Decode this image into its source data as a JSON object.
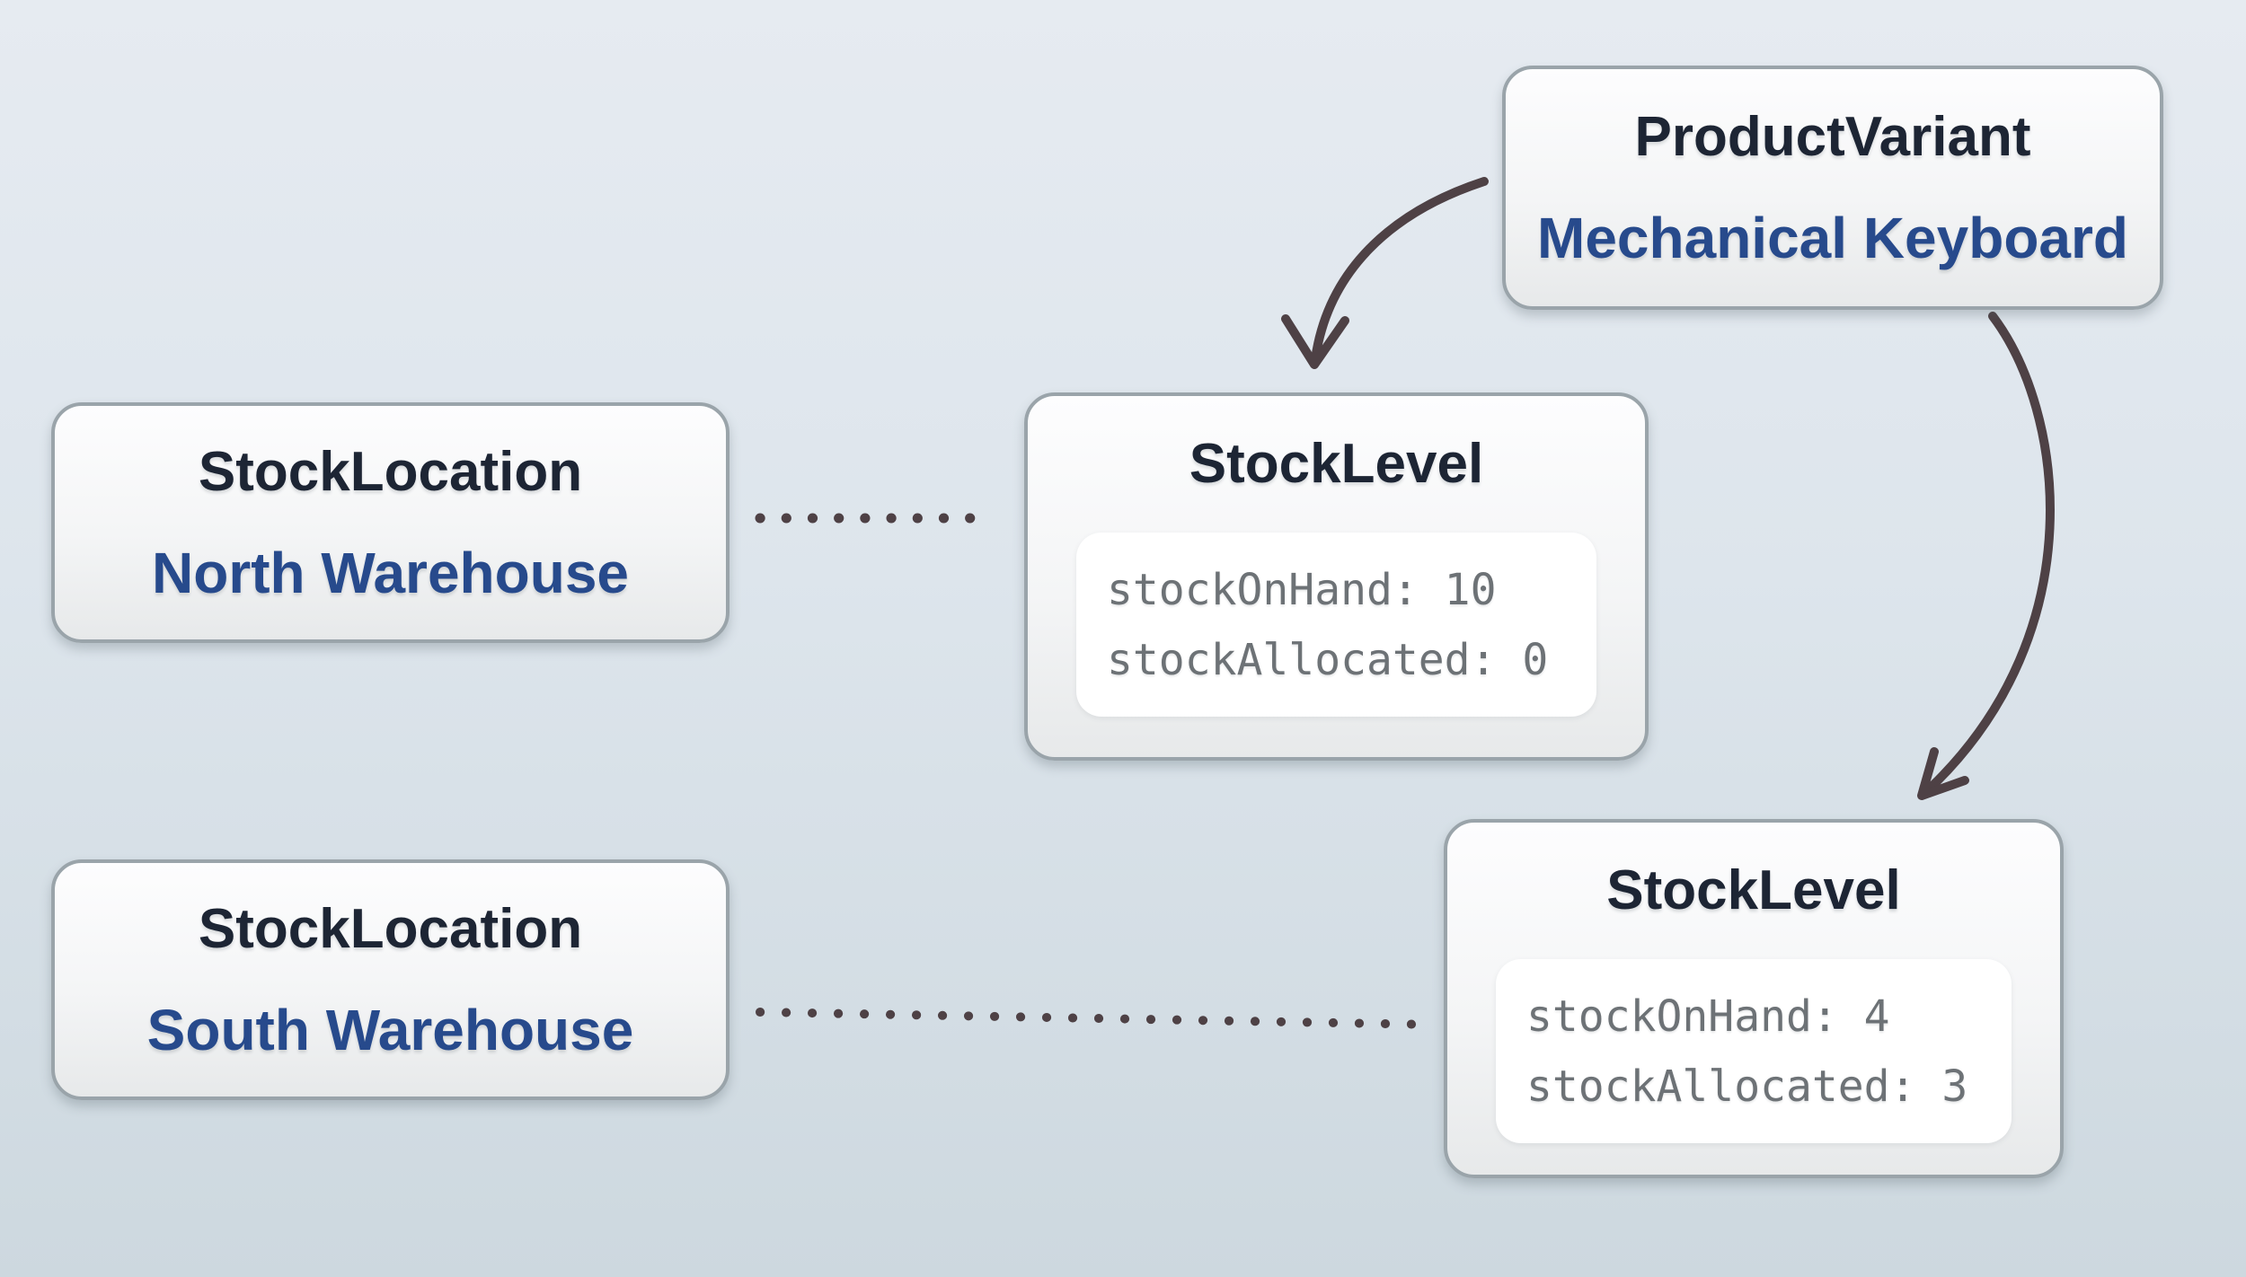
{
  "colors": {
    "connector": "#4e4145",
    "entity_title": "#1d2534",
    "instance_label": "#274a8c",
    "code_text": "#6d7276",
    "node_border": "#9aa4aa",
    "panel_bg": "#ffffff",
    "background_top": "#e6ebf1",
    "background_bottom": "#cdd8df"
  },
  "nodes": {
    "product_variant": {
      "type_label": "ProductVariant",
      "instance_label": "Mechanical Keyboard"
    },
    "stock_location_north": {
      "type_label": "StockLocation",
      "instance_label": "North Warehouse"
    },
    "stock_location_south": {
      "type_label": "StockLocation",
      "instance_label": "South Warehouse"
    },
    "stock_level_north": {
      "type_label": "StockLevel",
      "lines": [
        "stockOnHand: 10",
        "stockAllocated: 0"
      ]
    },
    "stock_level_south": {
      "type_label": "StockLevel",
      "lines": [
        "stockOnHand: 4",
        "stockAllocated: 3"
      ]
    }
  }
}
